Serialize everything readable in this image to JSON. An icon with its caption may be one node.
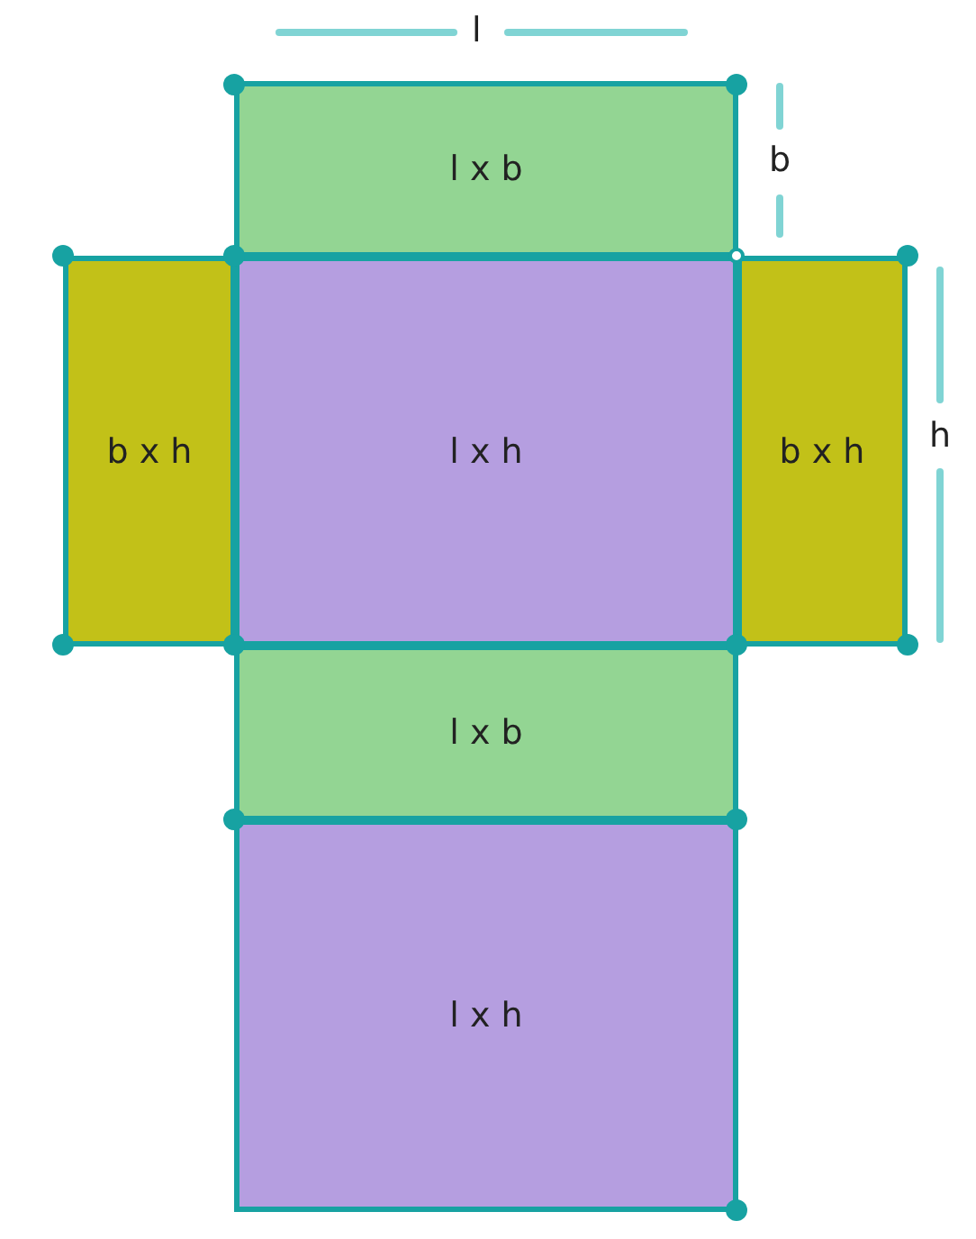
{
  "diagram": {
    "nodes": [
      {
        "text": [
          "l x b"
        ]
      },
      {
        "text": [
          "b x h"
        ]
      },
      {
        "text": [
          "l x h"
        ]
      },
      {
        "text": [
          "b x h"
        ]
      },
      {
        "text": [
          "l x b"
        ]
      },
      {
        "text": [
          "l x h"
        ]
      }
    ],
    "labels": [
      "l",
      "b",
      "h"
    ]
  }
}
